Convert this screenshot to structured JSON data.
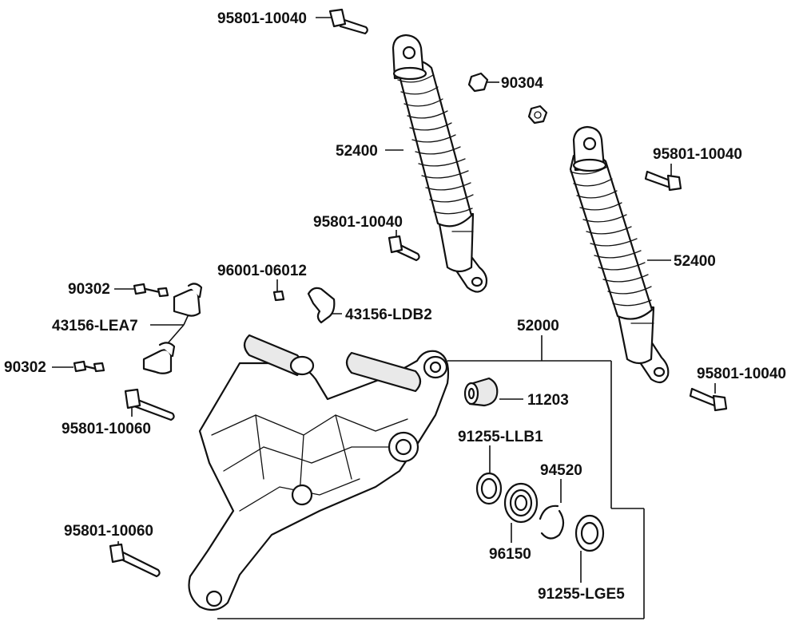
{
  "parts": [
    {
      "id": "p1",
      "number": "95801-10040"
    },
    {
      "id": "p2",
      "number": "90304"
    },
    {
      "id": "p3",
      "number": "52400"
    },
    {
      "id": "p4",
      "number": "95801-10040"
    },
    {
      "id": "p5",
      "number": "95801-10040"
    },
    {
      "id": "p6",
      "number": "52400"
    },
    {
      "id": "p7",
      "number": "96001-06012"
    },
    {
      "id": "p8",
      "number": "90302"
    },
    {
      "id": "p9",
      "number": "43156-LEA7"
    },
    {
      "id": "p10",
      "number": "43156-LDB2"
    },
    {
      "id": "p11",
      "number": "52000"
    },
    {
      "id": "p12",
      "number": "90302"
    },
    {
      "id": "p13",
      "number": "95801-10040"
    },
    {
      "id": "p14",
      "number": "11203"
    },
    {
      "id": "p15",
      "number": "95801-10060"
    },
    {
      "id": "p16",
      "number": "91255-LLB1"
    },
    {
      "id": "p17",
      "number": "94520"
    },
    {
      "id": "p18",
      "number": "95801-10060"
    },
    {
      "id": "p19",
      "number": "96150"
    },
    {
      "id": "p20",
      "number": "91255-LGE5"
    }
  ]
}
